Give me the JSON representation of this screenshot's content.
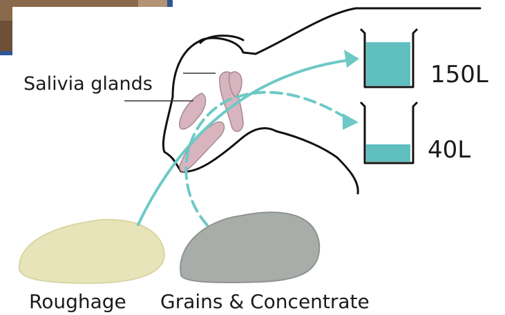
{
  "labels": {
    "saliva_glands": "Salivia glands",
    "volume_high": "150L",
    "volume_low": "40L",
    "roughage": "Roughage",
    "grains": "Grains & Concentrate"
  },
  "colors": {
    "arrow": "#6dc9c6",
    "water": "#5fbfbf",
    "gland": "#d8b4bf",
    "outline": "#111111",
    "roughage_pile": "#e6e4b8",
    "grain_pile": "#a9adaa",
    "frame_accent": "#2f5597"
  },
  "beakers": [
    {
      "name": "roughage-beaker",
      "label_key": "volume_high",
      "fill_fraction": 0.85
    },
    {
      "name": "grain-beaker",
      "label_key": "volume_low",
      "fill_fraction": 0.33
    }
  ]
}
